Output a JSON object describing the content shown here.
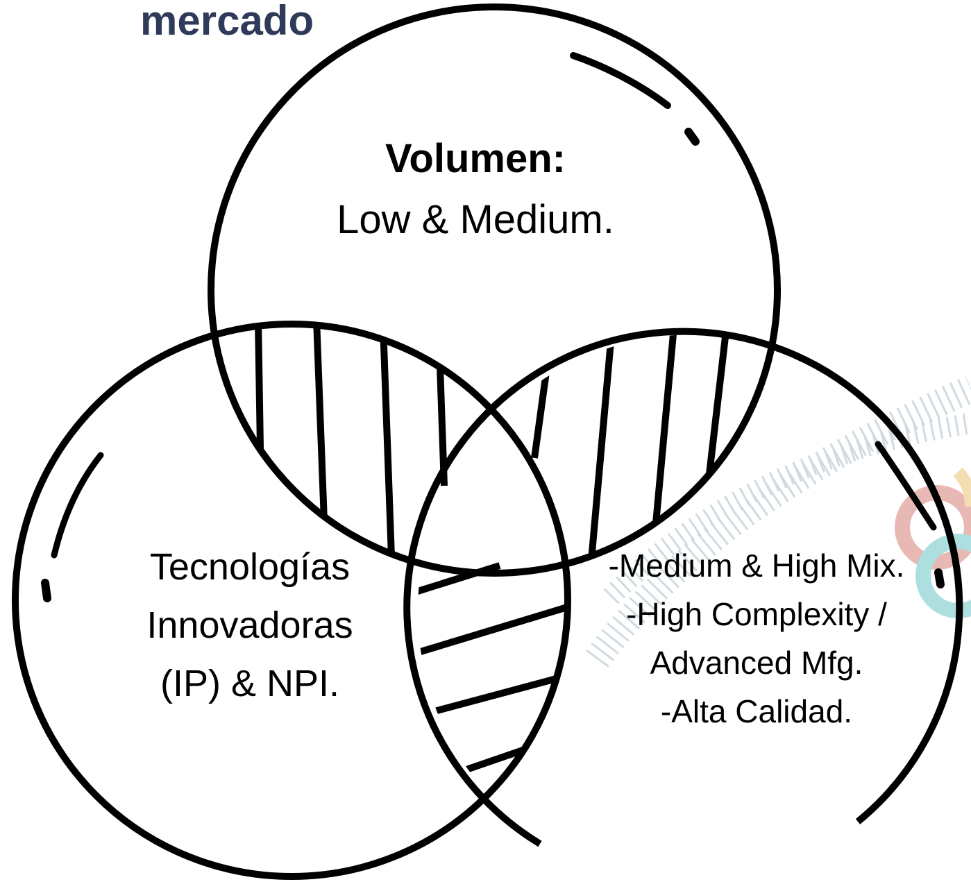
{
  "title": "mercado",
  "circles": {
    "top": {
      "heading": "Volumen:",
      "text": "Low & Medium."
    },
    "left": {
      "lines": [
        "Tecnologías",
        "Innovadoras",
        "(IP) & NPI."
      ]
    },
    "right": {
      "lines": [
        "-Medium & High Mix.",
        "-High Complexity /",
        "Advanced Mfg.",
        "-Alta Calidad."
      ]
    }
  },
  "colors": {
    "title": "#2f3a59",
    "stroke": "#000000"
  }
}
